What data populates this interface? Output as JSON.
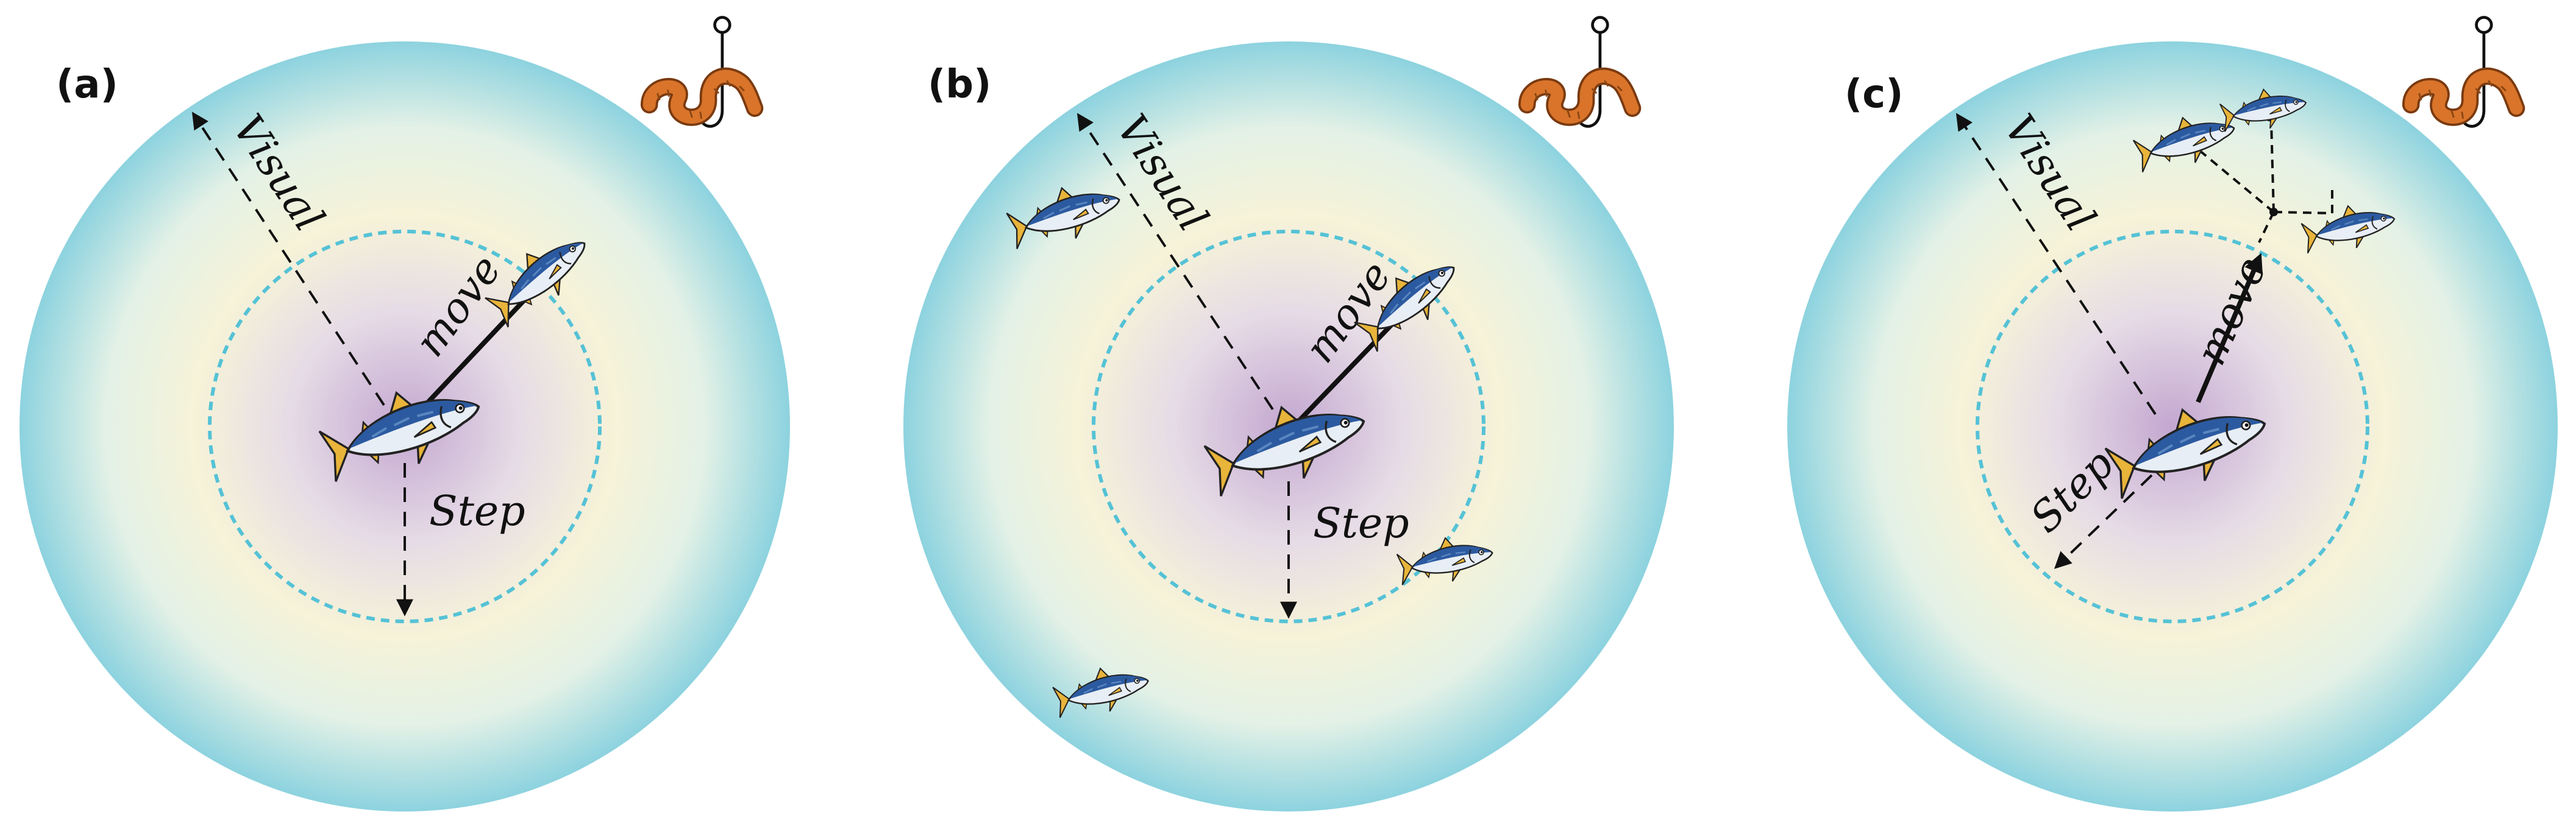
{
  "panels": [
    {
      "label": "(a)",
      "visual_label": "Visual",
      "move_label": "move",
      "step_label": "Step"
    },
    {
      "label": "(b)",
      "visual_label": "Visual",
      "move_label": "move",
      "step_label": "Step"
    },
    {
      "label": "(c)",
      "visual_label": "Visual",
      "move_label": "move",
      "step_label": "Step"
    }
  ],
  "icons": {
    "fish": "tuna-fish-icon",
    "bait": "worm-on-hook-icon"
  },
  "colors": {
    "outer_ring": "#8ed3df",
    "mid_band": "#f6f3d8",
    "inner_core": "#c3a7d0",
    "dashed_circle": "#55c2d6",
    "arrows": "#111111",
    "worm": "#d9742a",
    "fish_back": "#2c5aa0",
    "fish_fin": "#e8b43a"
  }
}
